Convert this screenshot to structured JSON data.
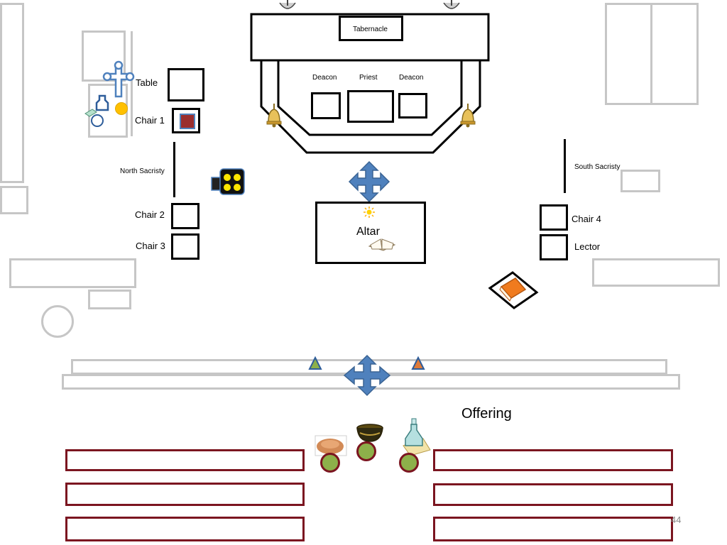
{
  "sanctuary": {
    "tabernacle": "Tabernacle",
    "deacon_left": "Deacon",
    "priest": "Priest",
    "deacon_right": "Deacon",
    "altar": "Altar"
  },
  "north_side": {
    "table": "Table",
    "chair1": "Chair 1",
    "sacristy": "North Sacristy",
    "chair2": "Chair 2",
    "chair3": "Chair 3"
  },
  "south_side": {
    "sacristy": "South Sacristy",
    "chair4": "Chair 4",
    "lector": "Lector"
  },
  "offering": {
    "label": "Offering"
  },
  "footer": {
    "page_number": "44"
  },
  "colors": {
    "furniture_grey": "#c6c6c6",
    "pew_maroon": "#7b1520",
    "cross_blue": "#4f81bd",
    "move_arrow_blue": "#4f81bd",
    "person_green": "#8db04a",
    "triangle_green": "#8db04a",
    "triangle_orange": "#e07b39",
    "candle_yellow": "#ffc000"
  },
  "icons": [
    "processional-cross-icon",
    "candle-icon",
    "incense-boat-icon",
    "censer-icon",
    "altar-bell-icon",
    "four-way-move-arrow-icon",
    "sunlight-icon",
    "open-book-icon",
    "lectionary-book-icon",
    "bread-icon",
    "wine-bowl-icon",
    "water-cruet-icon",
    "triangle-marker-icon",
    "domino-chair-icon",
    "wall-candle-stand-icon"
  ]
}
